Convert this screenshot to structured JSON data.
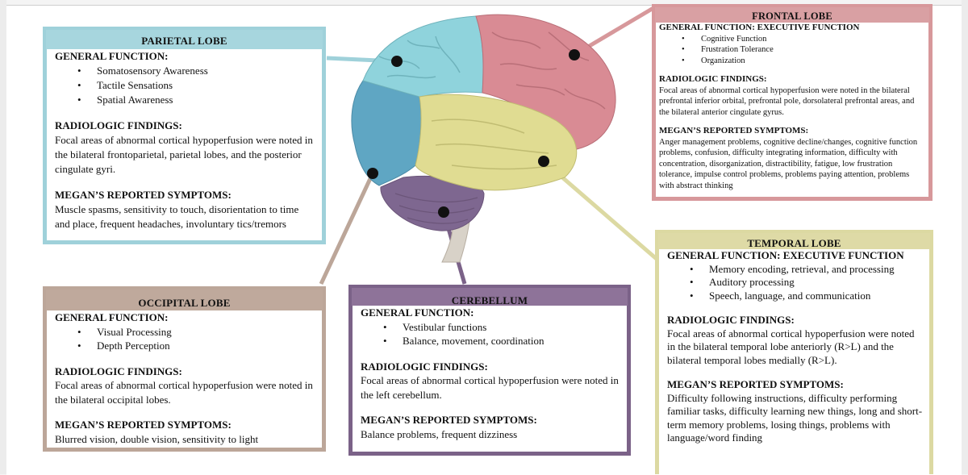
{
  "colors": {
    "parietal": "#9fd1da",
    "frontal": "#d7989b",
    "temporal": "#dcd9a2",
    "occipital": "#bca699",
    "cerebellum": "#7b6288"
  },
  "parietal": {
    "title": "PARIETAL LOBE",
    "function_heading": "GENERAL FUNCTION:",
    "functions": [
      "Somatosensory Awareness",
      "Tactile Sensations",
      "Spatial Awareness"
    ],
    "findings_heading": "RADIOLOGIC FINDINGS:",
    "findings": "Focal areas of abnormal cortical hypoperfusion were noted in the bilateral frontoparietal, parietal lobes, and the posterior cingulate gyri.",
    "symptoms_heading": "MEGAN’S REPORTED SYMPTOMS:",
    "symptoms": "Muscle spasms, sensitivity to touch, disorientation to time and place, frequent headaches, involuntary tics/tremors"
  },
  "frontal": {
    "title": "FRONTAL LOBE",
    "function_heading": "GENERAL FUNCTION: EXECUTIVE FUNCTION",
    "functions": [
      "Cognitive Function",
      "Frustration Tolerance",
      "Organization"
    ],
    "findings_heading": "RADIOLOGIC FINDINGS:",
    "findings": "Focal areas of abnormal cortical hypoperfusion were noted in the bilateral prefrontal inferior orbital, prefrontal pole, dorsolateral prefrontal areas, and the bilateral anterior cingulate gyrus.",
    "symptoms_heading": "MEGAN’S REPORTED SYMPTOMS:",
    "symptoms": "Anger management problems, cognitive decline/changes, cognitive function problems, confusion, difficulty integrating information, difficulty with concentration, disorganization, distractibility, fatigue, low frustration tolerance, impulse control problems, problems paying attention, problems with abstract thinking"
  },
  "temporal": {
    "title": "TEMPORAL LOBE",
    "function_heading": "GENERAL FUNCTION: EXECUTIVE FUNCTION",
    "functions": [
      "Memory encoding, retrieval, and processing",
      "Auditory processing",
      "Speech, language, and communication"
    ],
    "findings_heading": "RADIOLOGIC FINDINGS:",
    "findings": "Focal areas of abnormal cortical hypoperfusion were noted in the bilateral temporal lobe anteriorly (R>L) and the bilateral temporal lobes medially (R>L).",
    "symptoms_heading": "MEGAN’S REPORTED SYMPTOMS:",
    "symptoms": "Difficulty following instructions, difficulty performing familiar tasks, difficulty learning new things, long and short-term memory problems, losing things, problems with language/word finding"
  },
  "occipital": {
    "title": "OCCIPITAL LOBE",
    "function_heading": "GENERAL FUNCTION:",
    "functions": [
      "Visual Processing",
      "Depth Perception"
    ],
    "findings_heading": "RADIOLOGIC FINDINGS:",
    "findings": "Focal areas of abnormal cortical hypoperfusion were noted in the bilateral occipital lobes.",
    "symptoms_heading": "MEGAN’S REPORTED SYMPTOMS:",
    "symptoms": "Blurred vision, double vision, sensitivity to light"
  },
  "cerebellum": {
    "title": "CEREBELLUM",
    "function_heading": "GENERAL FUNCTION:",
    "functions": [
      "Vestibular functions",
      "Balance, movement, coordination"
    ],
    "findings_heading": "RADIOLOGIC FINDINGS:",
    "findings": "Focal areas of abnormal cortical hypoperfusion were noted in the left cerebellum.",
    "symptoms_heading": "MEGAN’S REPORTED SYMPTOMS:",
    "symptoms": "Balance problems, frequent dizziness"
  }
}
